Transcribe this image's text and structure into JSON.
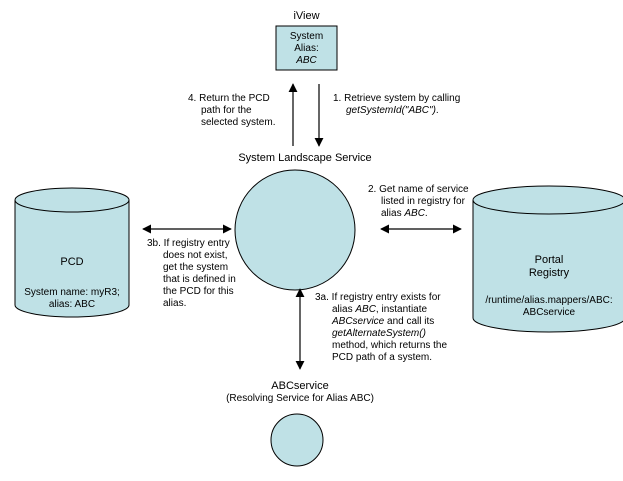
{
  "colors": {
    "shape_fill": "#bfe1e6",
    "stroke": "#000000"
  },
  "iview": {
    "title": "iView",
    "box_line1": "System",
    "box_line2": "Alias:",
    "box_line3": "ABC"
  },
  "sls": {
    "title": "System Landscape Service"
  },
  "step1": {
    "line1": "1. Retrieve system by calling",
    "line2": "getSystemId(\"ABC\")",
    "line2_suffix": "."
  },
  "step4": {
    "line1": "4. Return the PCD",
    "line2": "path for the",
    "line3": "selected system."
  },
  "step2": {
    "line1": "2. Get name of service",
    "line2": "listed in registry for",
    "line3_prefix": "alias ",
    "line3_it": "ABC",
    "line3_suffix": "."
  },
  "step3b": {
    "line1": "3b. If registry entry",
    "line2": "does not exist,",
    "line3": "get the system",
    "line4": "that is defined in",
    "line5": "the PCD for this",
    "line6": "alias."
  },
  "step3a": {
    "line1": "3a. If registry entry exists for",
    "line2_prefix": "alias ",
    "line2_it": "ABC",
    "line2_suffix": ", instantiate",
    "line3_it": "ABCservice",
    "line3_suffix": " and call its",
    "line4_it": "getAlternateSystem()",
    "line5": "method, which returns the",
    "line6": "PCD path of a system."
  },
  "pcd": {
    "title": "PCD",
    "line1": "System name: myR3;",
    "line2": "alias: ABC"
  },
  "registry": {
    "line1": "Portal",
    "line2": "Registry",
    "line3": "/runtime/alias.mappers/ABC:",
    "line4": "ABCservice"
  },
  "abcservice": {
    "title": "ABCservice",
    "subtitle": "(Resolving Service for Alias ABC)"
  }
}
